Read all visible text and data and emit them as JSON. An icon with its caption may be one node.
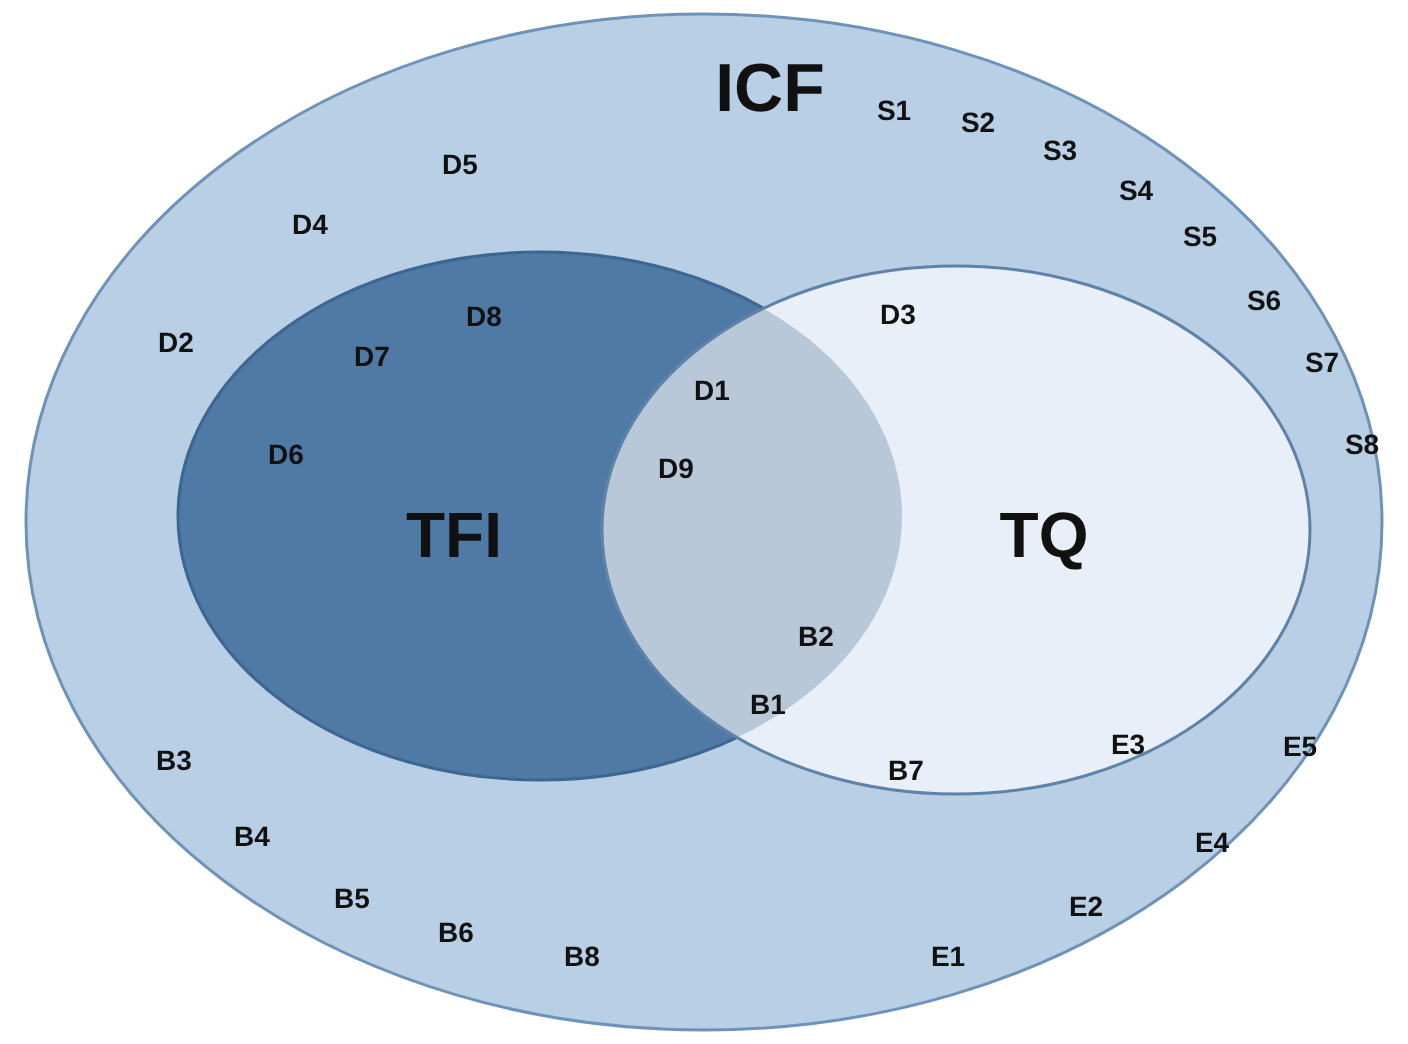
{
  "diagram": {
    "nodes": [
      {
        "text": [
          "ICF"
        ]
      },
      {
        "text": [
          "TFI"
        ],
        "in": 0
      },
      {
        "text": [
          "TQ"
        ],
        "in": 0
      }
    ],
    "labels": [
      "S1",
      "S2",
      "S3",
      "D5",
      "S4",
      "D4",
      "S5",
      "S6",
      "D8",
      "D3",
      "D2",
      "D7",
      "S7",
      "D1",
      "S8",
      "D6",
      "D9",
      "B2",
      "B1",
      "E3",
      "E5",
      "B3",
      "B7",
      "B4",
      "E4",
      "B5",
      "E2",
      "B6",
      "B8",
      "E1"
    ]
  }
}
